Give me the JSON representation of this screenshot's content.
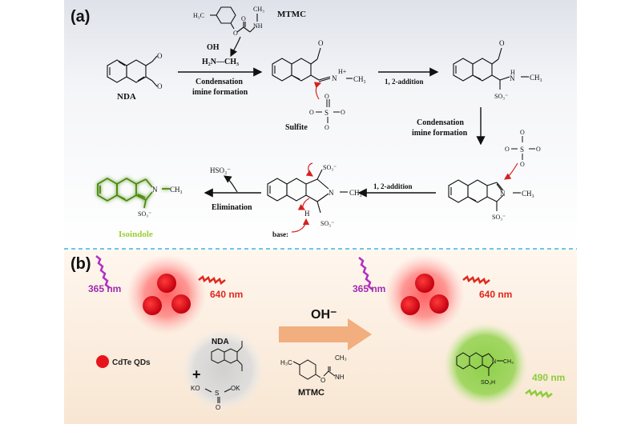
{
  "panel_a": {
    "label": "(a)",
    "reagent_name": "MTMC",
    "oh": "OH",
    "amine": "H₂N—CH₃",
    "nda": "NDA",
    "step1": [
      "Condensation",
      "imine formation"
    ],
    "sulfite": "Sulfite",
    "step2": "1, 2-addition",
    "step3": [
      "Condensation",
      "imine formation"
    ],
    "step4": "1, 2-addition",
    "base": "base:",
    "step5": "Elimination",
    "hso3": "HSO₃⁻",
    "product": "Isoindole",
    "atoms": {
      "h3c": "H₃C",
      "ch3": "CH₃",
      "nh": "NH",
      "o": "O",
      "n_h_plus": "N",
      "h_plus": "H+",
      "n_ch3": "N—CH₃",
      "h": "H",
      "so3": "SO₃⁻",
      "s": "S"
    }
  },
  "panel_b": {
    "label": "(b)",
    "uv_left": "365 nm",
    "red_left": "640 nm",
    "uv_right": "365 nm",
    "red_right": "640 nm",
    "green": "490 nm",
    "legend": "CdTe QDs",
    "nda": "NDA",
    "oh": "OH⁻",
    "mtmc": "MTMC",
    "ko_ok": [
      "KO",
      "OK"
    ],
    "plus": "+",
    "so3h": "SO₃H",
    "ch3": "CH₃"
  },
  "colors": {
    "panel_a_top": "#eef0f5",
    "panel_b_bg": "#fbeede",
    "divider": "#3cb4e6",
    "qd_red": "#e8141c",
    "uv_purple": "#b030c0",
    "red_wave": "#e0281e",
    "green_wave": "#8ccc3c",
    "product_green": "#8fc83c",
    "arrow_orange": "#f2ae7e"
  }
}
